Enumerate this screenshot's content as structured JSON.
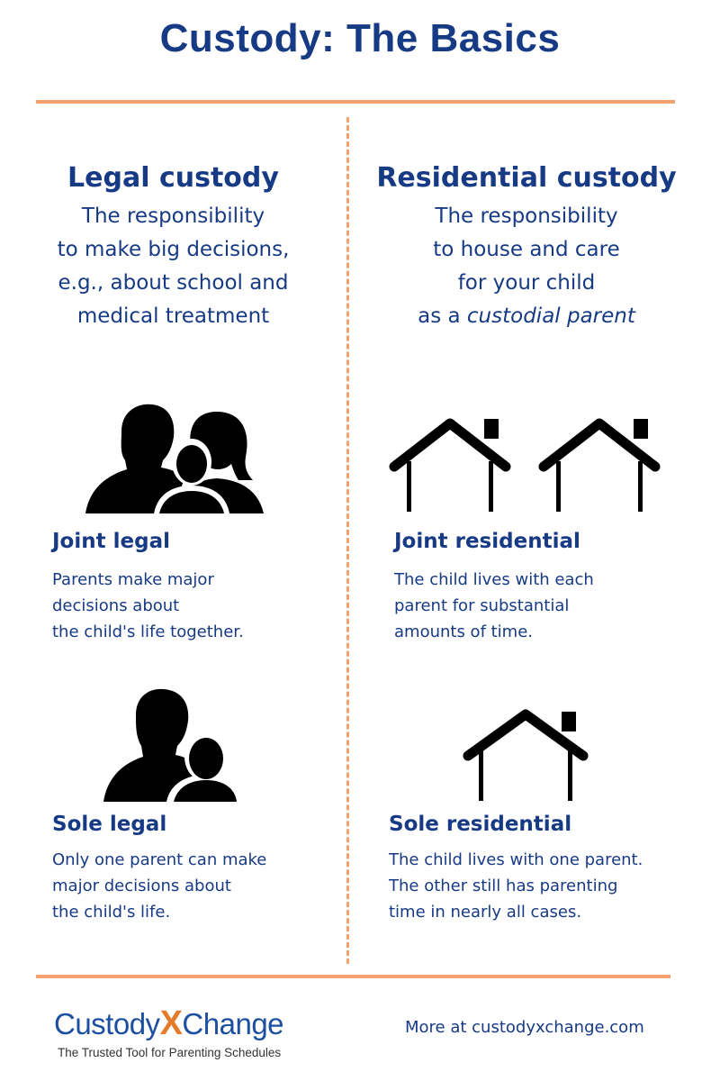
{
  "title": "Custody: The Basics",
  "colors": {
    "navy": "#173a84",
    "accent": "#f5a06e",
    "logo_blue": "#1c4fa0",
    "logo_orange": "#e47b2b"
  },
  "legal": {
    "heading": "Legal custody",
    "desc_lines": [
      "The responsibility",
      "to make big decisions,",
      "e.g., about school and",
      "medical treatment"
    ],
    "joint": {
      "icon": "family-three-silhouette-icon",
      "heading": "Joint legal",
      "desc_lines": [
        "Parents make major",
        "decisions about",
        "the child's life together."
      ]
    },
    "sole": {
      "icon": "parent-child-silhouette-icon",
      "heading": "Sole legal",
      "desc_lines": [
        "Only one parent can make",
        "major decisions about",
        "the child's life."
      ]
    }
  },
  "residential": {
    "heading": "Residential custody",
    "desc_lines": [
      "The responsibility",
      "to house and care",
      "for your child"
    ],
    "desc_last_prefix": "as a ",
    "desc_last_emphasis": "custodial parent",
    "joint": {
      "icon": "two-houses-icon",
      "heading": "Joint residential",
      "desc_lines": [
        "The child lives with each",
        "parent for substantial",
        "amounts of time."
      ]
    },
    "sole": {
      "icon": "house-icon",
      "heading": "Sole residential",
      "desc_lines": [
        "The child lives with one parent.",
        "The other still has parenting",
        "time in nearly all cases."
      ]
    }
  },
  "footer": {
    "logo_part1": "Custody",
    "logo_x": "X",
    "logo_part2": "Change",
    "tagline": "The Trusted Tool for Parenting Schedules",
    "more": "More at custodyxchange.com"
  }
}
